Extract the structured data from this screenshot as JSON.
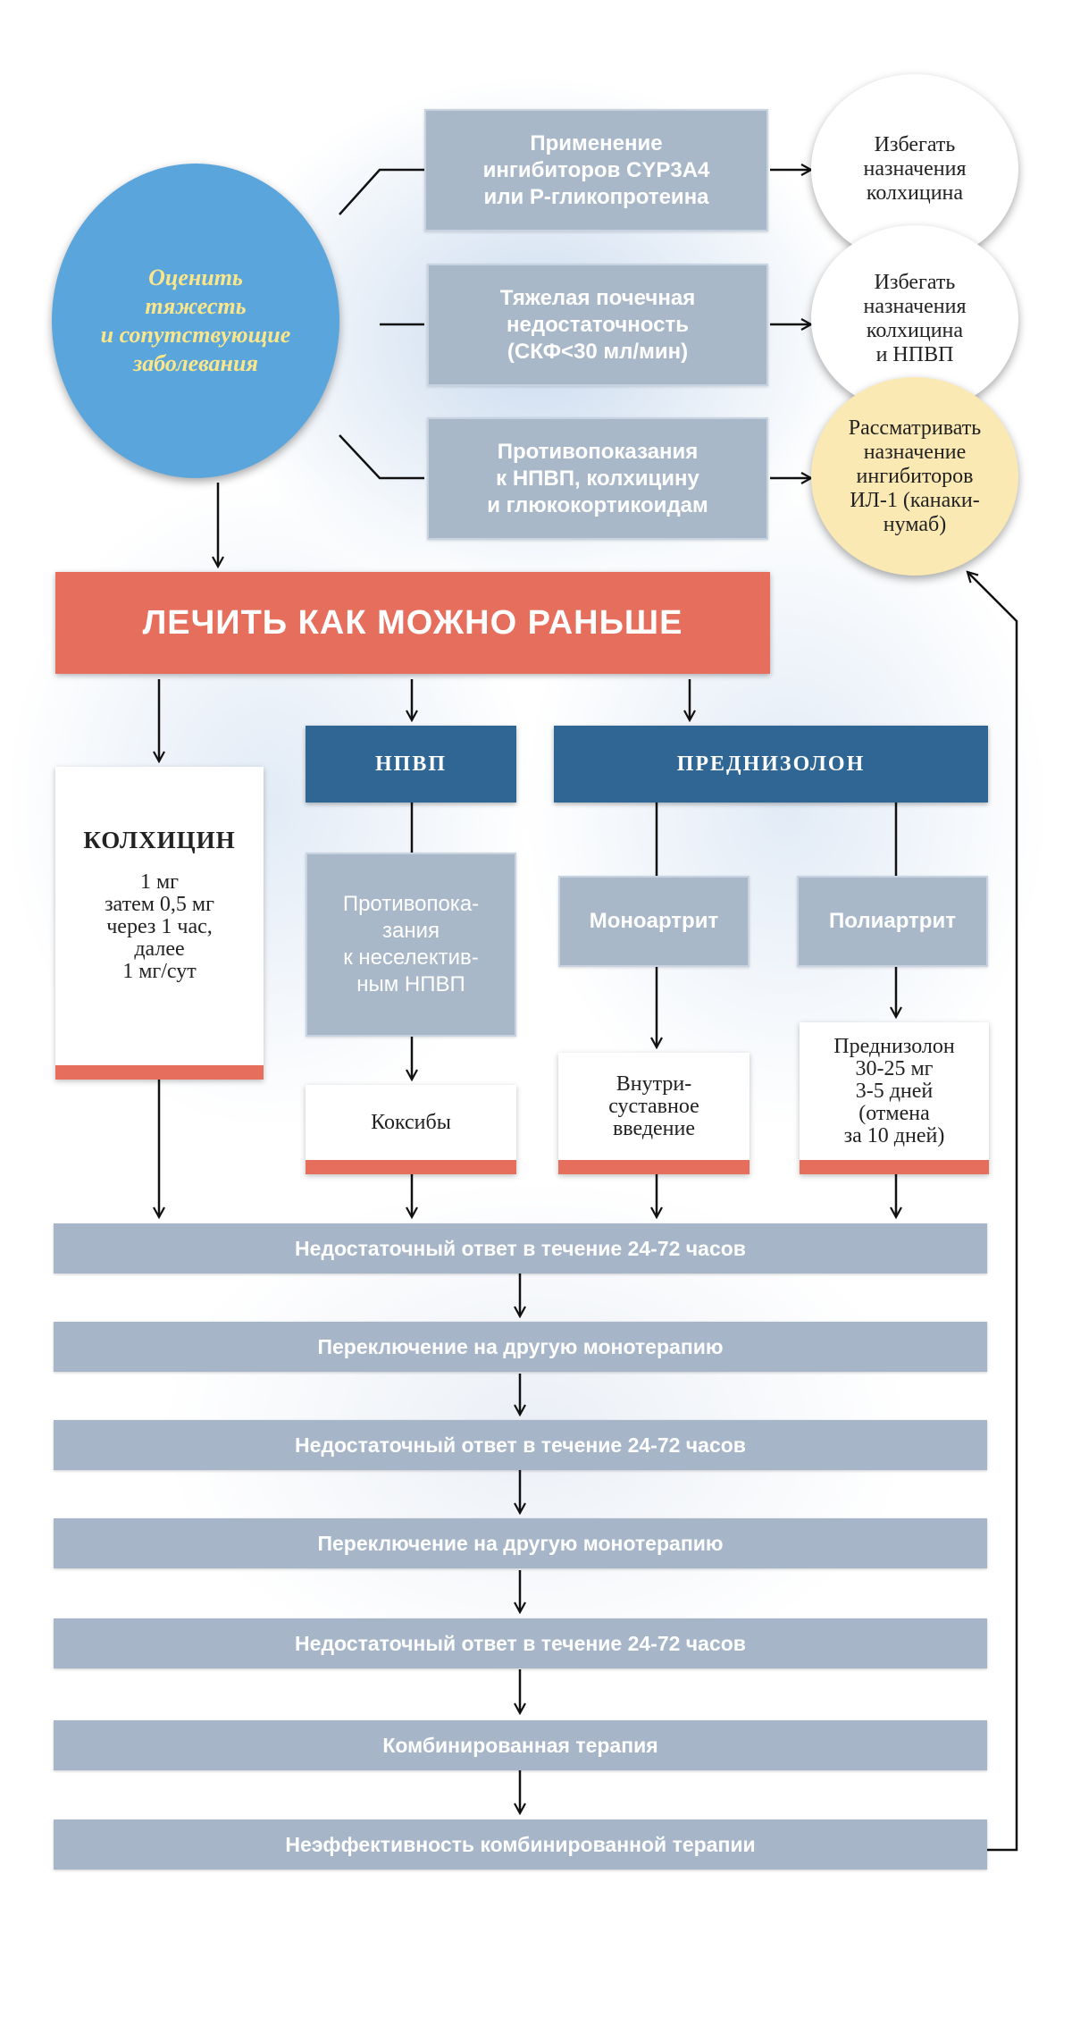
{
  "assess_circle": {
    "text": "Оценить\nтяжесть\nи сопутствующие\nзаболевания"
  },
  "conditions": [
    {
      "text": "Применение\nингибиторов CYP3A4\nили Р-гликопротеина"
    },
    {
      "text": "Тяжелая почечная\nнедостаточность\n(СКФ<30 мл/мин)"
    },
    {
      "text": "Противопоказания\nк НПВП, колхицину\nи глюкокортикоидам"
    }
  ],
  "outcomes": [
    {
      "text": "Избегать\nназначения\nколхицина"
    },
    {
      "text": "Избегать\nназначения\nколхицина\nи НПВП"
    },
    {
      "text": "Рассматривать\nназначение\nингибиторов\nИЛ-1 (канаки-\nнумаб)"
    }
  ],
  "treat_banner": {
    "text": "ЛЕЧИТЬ КАК МОЖНО РАНЬШЕ"
  },
  "colchicine": {
    "title": "КОЛХИЦИН",
    "dose": "1 мг\nзатем 0,5 мг\nчерез 1 час,\nдалее\n1 мг/сут"
  },
  "nsaid": {
    "header": "НПВП",
    "contra": "Противопока-\nзания\nк неселектив-\nным НПВП",
    "coxibs": "Коксибы"
  },
  "prednisolone": {
    "header": "ПРЕДНИЗОЛОН",
    "mono": "Моноартрит",
    "poly": "Полиартрит",
    "intra": "Внутри-\nсуставное\nвведение",
    "regimen": "Преднизолон\n30-25 мг\n3-5 дней\n(отмена\nза 10 дней)"
  },
  "steps": [
    "Недостаточный ответ в течение 24-72 часов",
    "Переключение на другую монотерапию",
    "Недостаточный ответ в течение 24-72 часов",
    "Переключение на другую монотерапию",
    "Недостаточный ответ в течение 24-72 часов",
    "Комбинированная терапия",
    "Неэффективность комбинированной  терапии"
  ],
  "colors": {
    "blue_circle": "#5aa5dc",
    "yellow_circle": "#fbe9b4",
    "banner": "#e66e5c",
    "dark_header": "#2f6693",
    "gray_box": "#a9b8c9"
  }
}
